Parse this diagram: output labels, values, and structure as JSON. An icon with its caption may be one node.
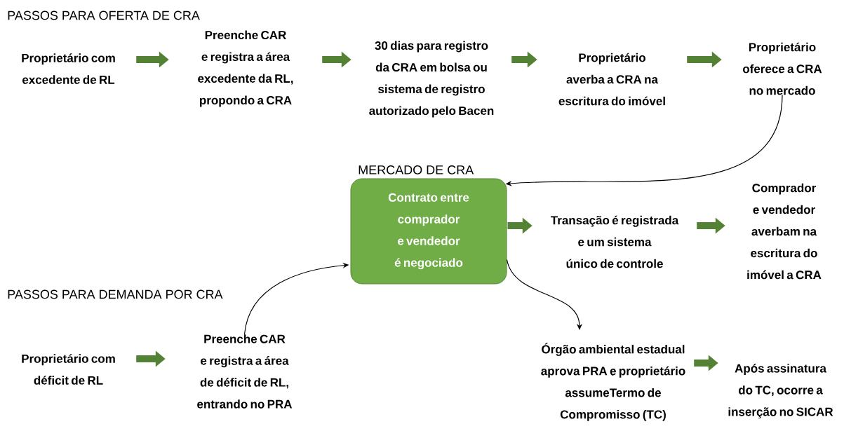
{
  "diagram": {
    "nodes": [
      {
        "text": [
          "Proprietário com excedente de RL"
        ]
      },
      {
        "text": [
          "Preenche CAR e registra a área excedente da RL, propondo a CRA"
        ]
      },
      {
        "text": [
          "30 dias para registro da CRA em bolsa ou sistema de registro autorizado pelo Bacen"
        ]
      },
      {
        "text": [
          "Proprietário averba a CRA na escritura do imóvel"
        ]
      },
      {
        "text": [
          "Proprietário oferece a CRA no mercado"
        ]
      },
      {
        "text": [
          "MERCADO DE CRA",
          "Contrato entre comprador e vendedor é negociado"
        ]
      },
      {
        "text": [
          "Transação é registrada e um sistema único de controle"
        ]
      },
      {
        "text": [
          "Comprador e vendedor averbam na escritura do imóvel a CRA"
        ]
      },
      {
        "text": [
          "Proprietário com déficit de RL"
        ]
      },
      {
        "text": [
          "Preenche CAR e registra a área de déficit de RL, entrando no PRA"
        ]
      },
      {
        "text": [
          "Órgão ambiental estadual aprova PRA e proprietário assumeTermo de Compromisso (TC)"
        ]
      },
      {
        "text": [
          "Após assinatura do TC, ocorre a inserção no SICAR"
        ]
      }
    ],
    "edges": [
      {
        "from": 0,
        "to": 1,
        "arrow": "to"
      },
      {
        "from": 1,
        "to": 2,
        "arrow": "to"
      },
      {
        "from": 2,
        "to": 3,
        "arrow": "to"
      },
      {
        "from": 3,
        "to": 4,
        "arrow": "to"
      },
      {
        "from": 4,
        "to": 5,
        "arrow": "to",
        "color": "#000000"
      },
      {
        "from": 5,
        "to": 6,
        "arrow": "to"
      },
      {
        "from": 6,
        "to": 7,
        "arrow": "to"
      },
      {
        "from": 8,
        "to": 9,
        "arrow": "to"
      },
      {
        "from": 9,
        "to": 5,
        "arrow": "to",
        "color": "#000000"
      },
      {
        "from": 5,
        "to": 10,
        "arrow": "to",
        "color": "#000000"
      },
      {
        "from": 10,
        "to": 11,
        "arrow": "to"
      }
    ],
    "labels": [
      "PASSOS PARA OFERTA DE CRA",
      "PASSOS PARA DEMANDA POR CRA"
    ]
  }
}
